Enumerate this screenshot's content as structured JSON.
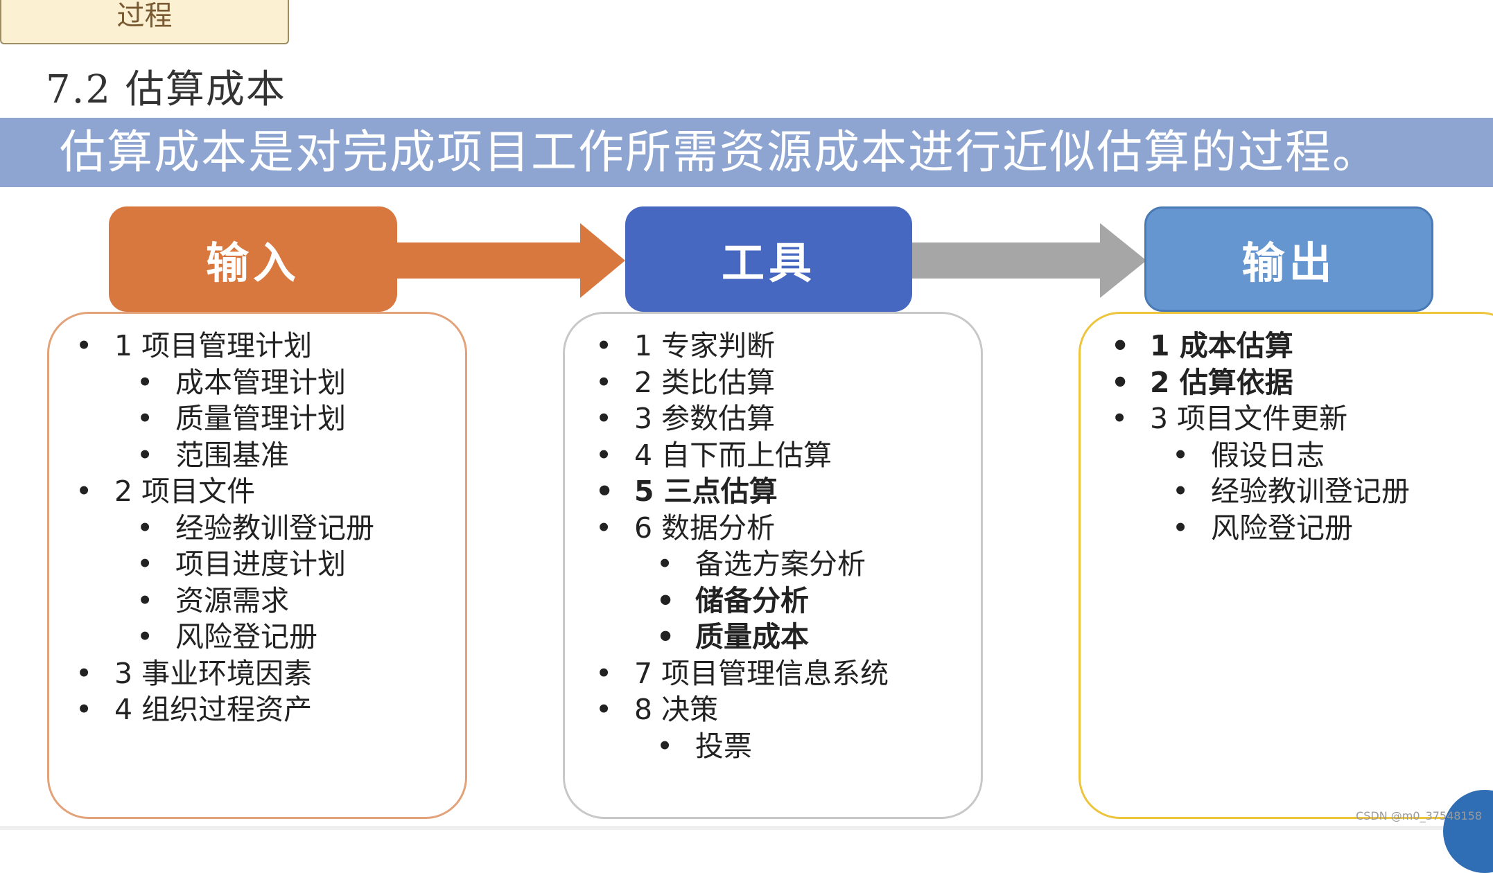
{
  "tab_label": "过程",
  "section_title": "7.2  估算成本",
  "banner_text": "估算成本是对完成项目工作所需资源成本进行近似估算的过程。",
  "headers": {
    "input": "输入",
    "tools": "工具",
    "output": "输出"
  },
  "colors": {
    "input_header": "#d8783f",
    "tools_header": "#4668c1",
    "output_header": "#6696cf",
    "banner": "#8ea5d2",
    "arrow_orange": "#d8783f",
    "arrow_gray": "#a6a6a6",
    "input_border": "#e2a27a",
    "tools_border": "#c8c8c8",
    "output_border": "#ecc53c"
  },
  "input_items": [
    {
      "text": "1 项目管理计划",
      "level": 0,
      "bold": false
    },
    {
      "text": "成本管理计划",
      "level": 1,
      "bold": false
    },
    {
      "text": "质量管理计划",
      "level": 1,
      "bold": false
    },
    {
      "text": "范围基准",
      "level": 1,
      "bold": false
    },
    {
      "text": "2 项目文件",
      "level": 0,
      "bold": false
    },
    {
      "text": "经验教训登记册",
      "level": 1,
      "bold": false
    },
    {
      "text": "项目进度计划",
      "level": 1,
      "bold": false
    },
    {
      "text": "资源需求",
      "level": 1,
      "bold": false
    },
    {
      "text": "风险登记册",
      "level": 1,
      "bold": false
    },
    {
      "text": "3 事业环境因素",
      "level": 0,
      "bold": false
    },
    {
      "text": "4 组织过程资产",
      "level": 0,
      "bold": false
    }
  ],
  "tools_items": [
    {
      "text": "1 专家判断",
      "level": 0,
      "bold": false
    },
    {
      "text": "2 类比估算",
      "level": 0,
      "bold": false
    },
    {
      "text": "3 参数估算",
      "level": 0,
      "bold": false
    },
    {
      "text": "4 自下而上估算",
      "level": 0,
      "bold": false
    },
    {
      "text": "5 三点估算",
      "level": 0,
      "bold": true
    },
    {
      "text": "6 数据分析",
      "level": 0,
      "bold": false
    },
    {
      "text": "备选方案分析",
      "level": 1,
      "bold": false
    },
    {
      "text": "储备分析",
      "level": 1,
      "bold": true
    },
    {
      "text": "质量成本",
      "level": 1,
      "bold": true
    },
    {
      "text": "7 项目管理信息系统",
      "level": 0,
      "bold": false
    },
    {
      "text": "8 决策",
      "level": 0,
      "bold": false
    },
    {
      "text": "投票",
      "level": 1,
      "bold": false
    }
  ],
  "output_items": [
    {
      "text": "1 成本估算",
      "level": 0,
      "bold": true
    },
    {
      "text": "2 估算依据",
      "level": 0,
      "bold": true
    },
    {
      "text": "3 项目文件更新",
      "level": 0,
      "bold": false
    },
    {
      "text": "假设日志",
      "level": 1,
      "bold": false
    },
    {
      "text": "经验教训登记册",
      "level": 1,
      "bold": false
    },
    {
      "text": "风险登记册",
      "level": 1,
      "bold": false
    }
  ],
  "watermark": "CSDN @m0_37548158"
}
